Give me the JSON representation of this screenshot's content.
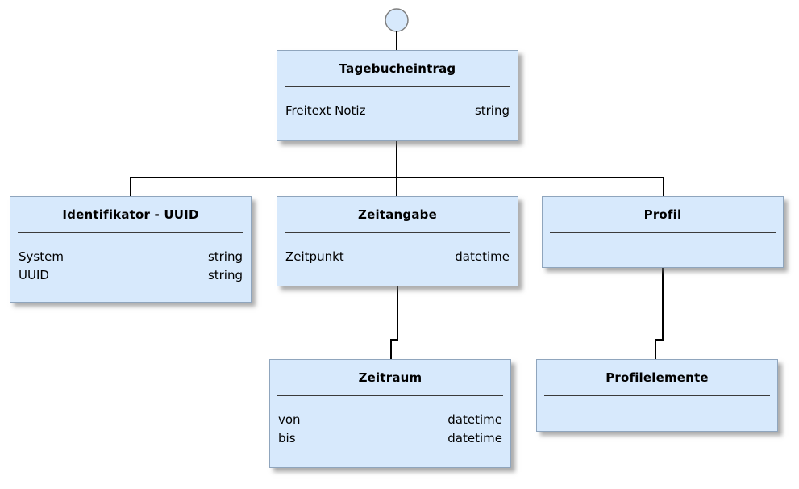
{
  "diagram": {
    "type": "class-diagram",
    "start_marker": "circle",
    "colors": {
      "background": "#ffffff",
      "node_fill": "#d7e9fc",
      "node_border": "#8fa5bd",
      "separator": "#3b3b3b",
      "connector": "#000000",
      "circle_border": "#7f7f7f",
      "text": "#000000",
      "shadow": "#696969"
    },
    "nodes": {
      "tagebucheintrag": {
        "title": "Tagebucheintrag",
        "attributes": [
          {
            "name": "Freitext Notiz",
            "type": "string"
          }
        ]
      },
      "identifikator": {
        "title": "Identifikator - UUID",
        "attributes": [
          {
            "name": "System",
            "type": "string"
          },
          {
            "name": "UUID",
            "type": "string"
          }
        ]
      },
      "zeitangabe": {
        "title": "Zeitangabe",
        "attributes": [
          {
            "name": "Zeitpunkt",
            "type": "datetime"
          }
        ]
      },
      "profil": {
        "title": "Profil",
        "attributes": []
      },
      "zeitraum": {
        "title": "Zeitraum",
        "attributes": [
          {
            "name": "von",
            "type": "datetime"
          },
          {
            "name": "bis",
            "type": "datetime"
          }
        ]
      },
      "profilelemente": {
        "title": "Profilelemente",
        "attributes": []
      }
    },
    "edges": [
      {
        "from": "start-circle",
        "to": "tagebucheintrag"
      },
      {
        "from": "tagebucheintrag",
        "to": "identifikator"
      },
      {
        "from": "tagebucheintrag",
        "to": "zeitangabe"
      },
      {
        "from": "tagebucheintrag",
        "to": "profil"
      },
      {
        "from": "zeitangabe",
        "to": "zeitraum"
      },
      {
        "from": "profil",
        "to": "profilelemente"
      }
    ]
  }
}
